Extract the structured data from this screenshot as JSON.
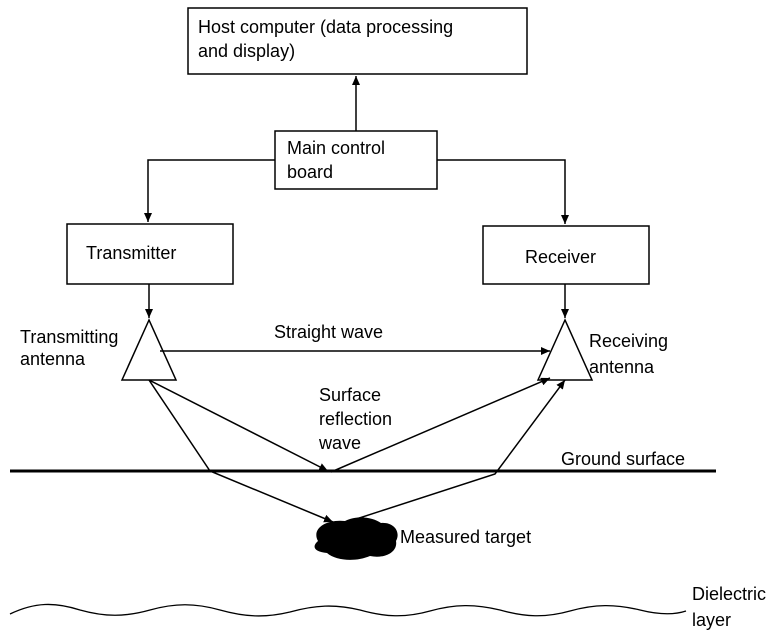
{
  "blocks": {
    "host": [
      "Host computer (data processing",
      "and display)"
    ],
    "control": [
      "Main control",
      "board"
    ],
    "transmitter": "Transmitter",
    "receiver": "Receiver"
  },
  "labels": {
    "transmitting_antenna": [
      "Transmitting",
      "antenna"
    ],
    "receiving_antenna": [
      "Receiving",
      "antenna"
    ],
    "straight_wave": "Straight wave",
    "surface_reflection": [
      "Surface",
      "reflection",
      "wave"
    ],
    "ground_surface": "Ground surface",
    "measured_target": "Measured target",
    "dielectric_layer": [
      "Dielectric",
      "layer"
    ]
  },
  "colors": {
    "line": "#000000",
    "target": "#000000",
    "background": "#ffffff"
  }
}
